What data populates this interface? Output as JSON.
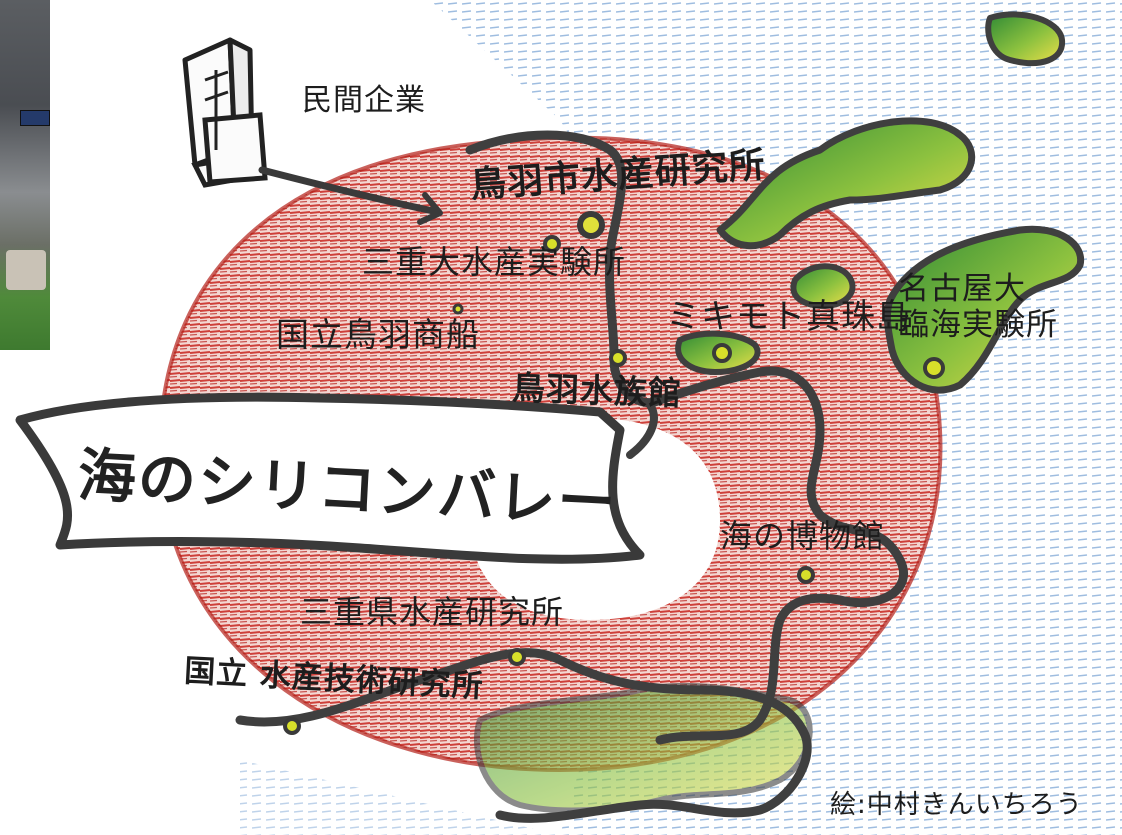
{
  "banner": {
    "text": "海のシリコンバレー"
  },
  "labels": {
    "private_company": "民間企業",
    "toba_fisheries": "鳥羽市水産研究所",
    "mie_univ": "三重大水産実験所",
    "national_toba": "国立鳥羽商船",
    "mikimoto": "ミキモト真珠島",
    "nagoya_univ": "名古屋大\n臨海実験所",
    "toba_aquarium": "鳥羽水族館",
    "sea_museum": "海の博物館",
    "mie_pref": "三重県水産研究所",
    "national_fisheries": "国立 水産技術研究所",
    "credit": "絵:中村きんいちろう"
  },
  "colors": {
    "ring_red": "#c8251f",
    "sea_blue": "#2f6fb3",
    "land_green": "#3f9a3a",
    "land_yellow": "#e8d23a",
    "marker_yellow": "#d8e02a",
    "outline": "#3f3f3f"
  }
}
